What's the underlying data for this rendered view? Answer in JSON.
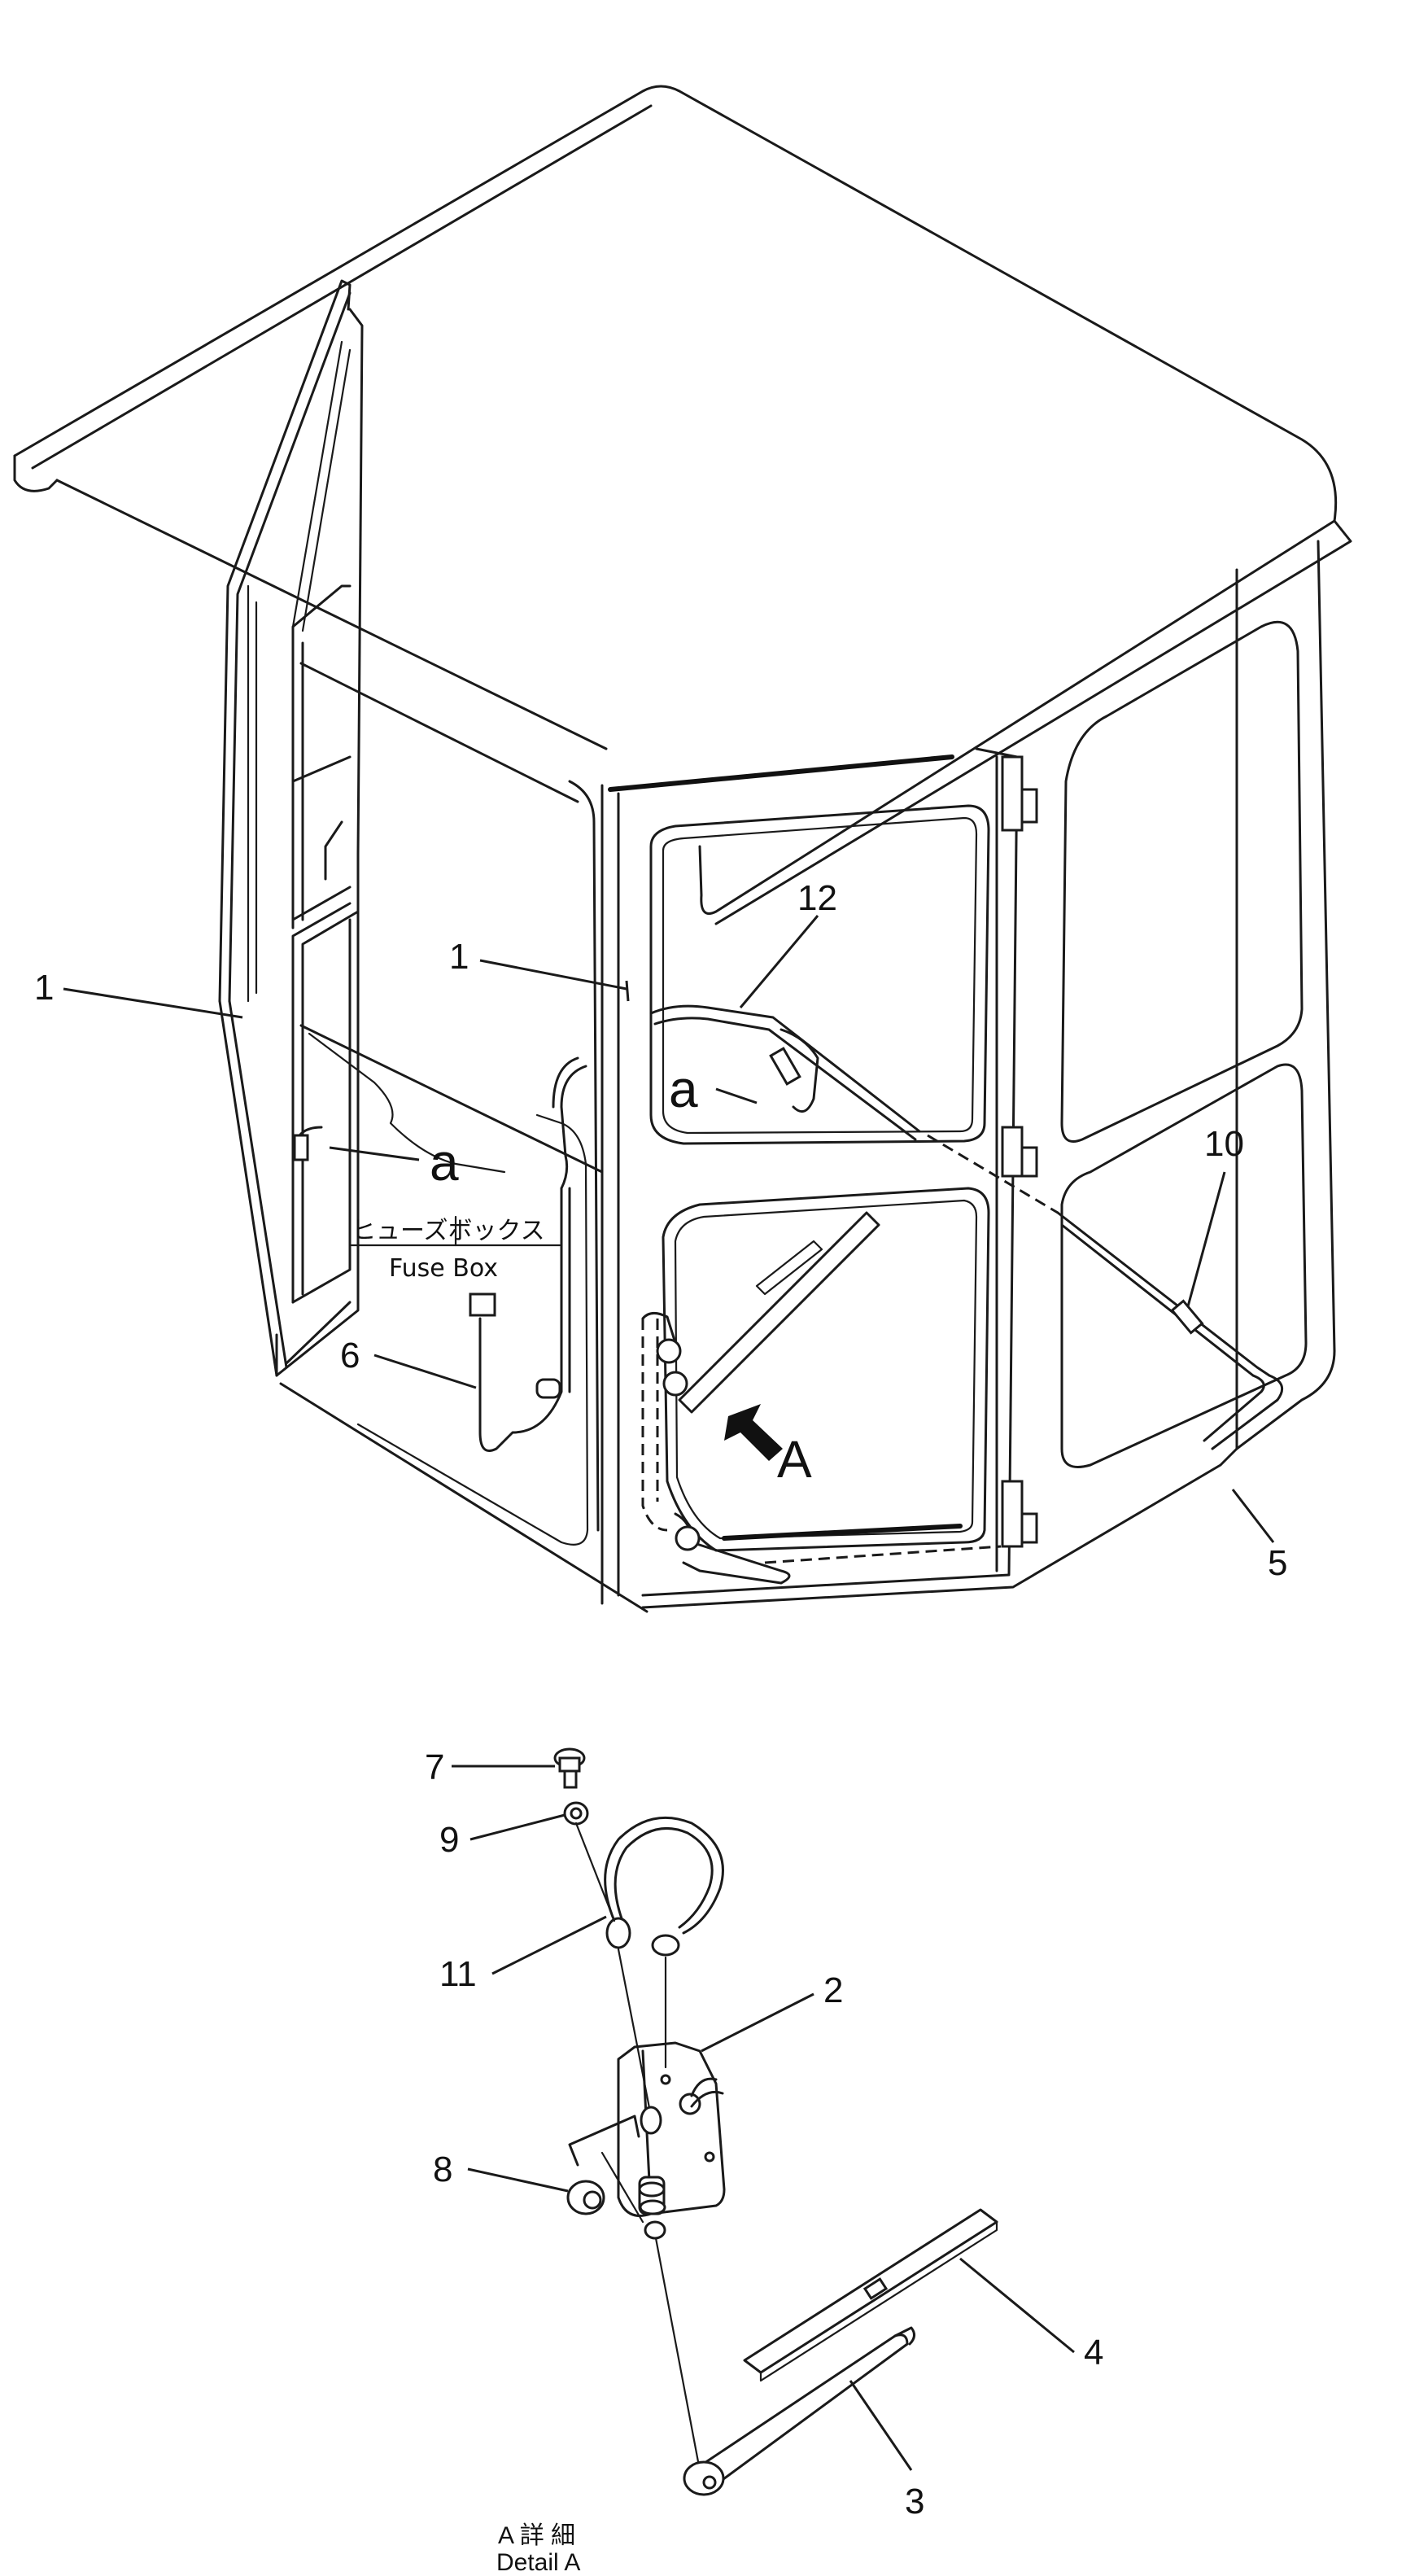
{
  "labels": {
    "part_1_door": "1",
    "part_1_glass": "1",
    "part_2": "2",
    "part_3": "3",
    "part_4": "4",
    "part_5": "5",
    "part_6": "6",
    "part_7": "7",
    "part_8": "8",
    "part_9": "9",
    "part_10": "10",
    "part_11": "11",
    "part_12": "12",
    "connector_a_left": "a",
    "connector_a_right": "a",
    "view_marker": "A",
    "fuse_box_jp": "ヒューズボックス",
    "fuse_box_en": "Fuse Box",
    "detail_jp": "A 詳 細",
    "detail_en": "Detail A"
  }
}
